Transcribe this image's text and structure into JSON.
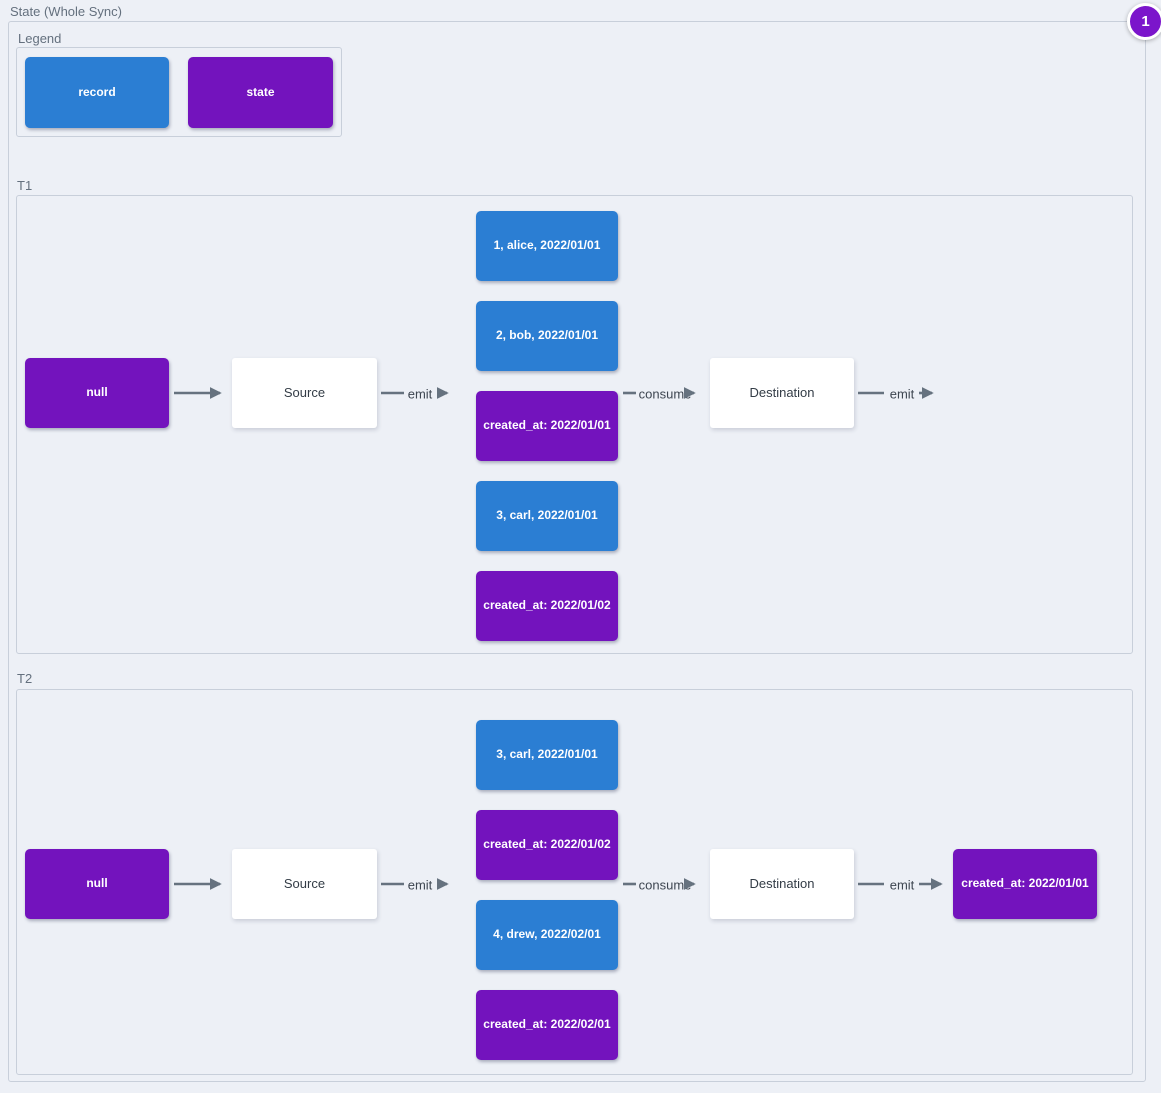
{
  "title": "State (Whole Sync)",
  "badge": {
    "value": "1"
  },
  "colors": {
    "record_blue": "#2b7ed3",
    "state_purple": "#7313bd",
    "arrow_gray": "#66727f",
    "panel_border": "#c8cfda",
    "background": "#edf0f6",
    "badge_purple": "#7b15cb"
  },
  "legend": {
    "label": "Legend",
    "items": [
      {
        "label": "record",
        "type": "record"
      },
      {
        "label": "state",
        "type": "state"
      }
    ]
  },
  "sections": [
    {
      "label": "T1",
      "nodes": {
        "input": "null",
        "source": "Source",
        "destination": "Destination"
      },
      "edge_labels": {
        "source_emit": "emit",
        "consume": "consume",
        "destination_emit": "emit"
      },
      "stack": [
        {
          "label": "1, alice, 2022/01/01",
          "type": "record"
        },
        {
          "label": "2, bob, 2022/01/01",
          "type": "record"
        },
        {
          "label": "created_at: 2022/01/01",
          "type": "state"
        },
        {
          "label": "3, carl, 2022/01/01",
          "type": "record"
        },
        {
          "label": "created_at: 2022/01/02",
          "type": "state"
        }
      ]
    },
    {
      "label": "T2",
      "nodes": {
        "input": "null",
        "source": "Source",
        "destination": "Destination",
        "output": "created_at: 2022/01/01"
      },
      "edge_labels": {
        "source_emit": "emit",
        "consume": "consume",
        "destination_emit": "emit"
      },
      "stack": [
        {
          "label": "3, carl, 2022/01/01",
          "type": "record"
        },
        {
          "label": "created_at: 2022/01/02",
          "type": "state"
        },
        {
          "label": "4, drew, 2022/02/01",
          "type": "record"
        },
        {
          "label": "created_at: 2022/02/01",
          "type": "state"
        }
      ]
    }
  ]
}
